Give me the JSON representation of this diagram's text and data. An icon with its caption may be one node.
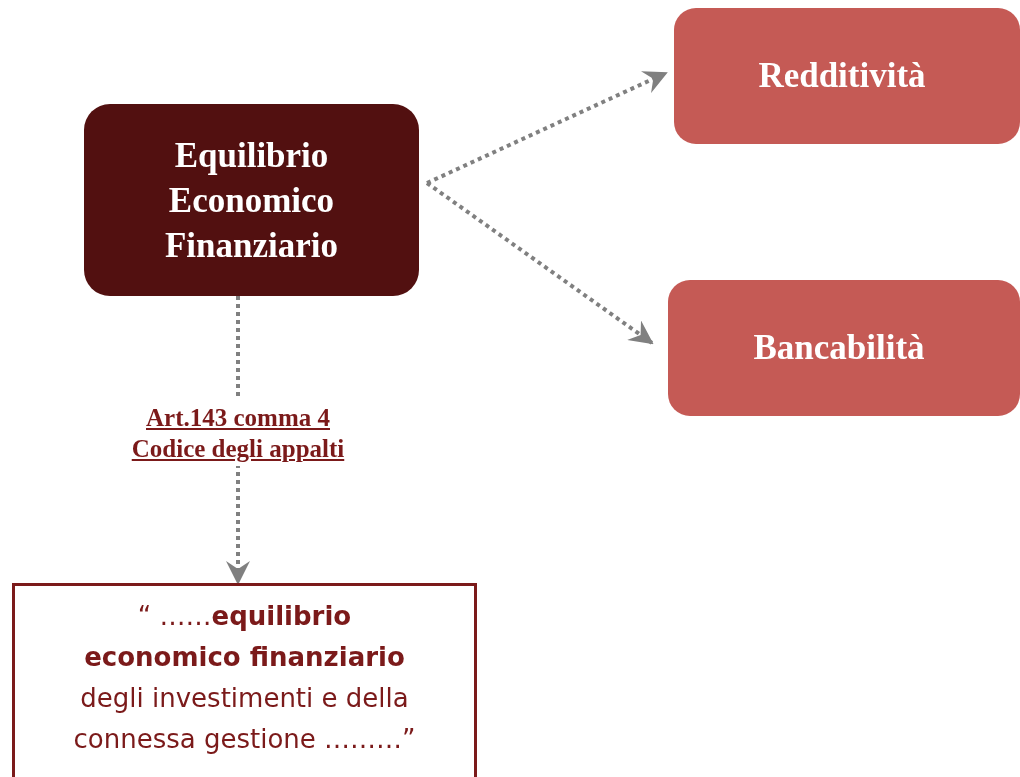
{
  "diagram": {
    "nodes": [
      {
        "text": [
          "Equilibrio Economico Finanziario"
        ]
      },
      {
        "text": [
          "Redditività"
        ]
      },
      {
        "text": [
          "Bancabilità"
        ]
      },
      {
        "text": [
          "“ ……**equilibrio economico finanziario** degli investimenti e della connessa gestione ………”"
        ]
      }
    ],
    "edges": [
      {
        "from": 0,
        "to": 1,
        "arrow": "to",
        "style": "dashed"
      },
      {
        "from": 0,
        "to": 2,
        "arrow": "to",
        "style": "dashed"
      },
      {
        "from": 0,
        "to": 3,
        "arrow": "to",
        "style": "dashed",
        "label": "Art.143 comma 4 Codice degli appalti"
      }
    ]
  }
}
